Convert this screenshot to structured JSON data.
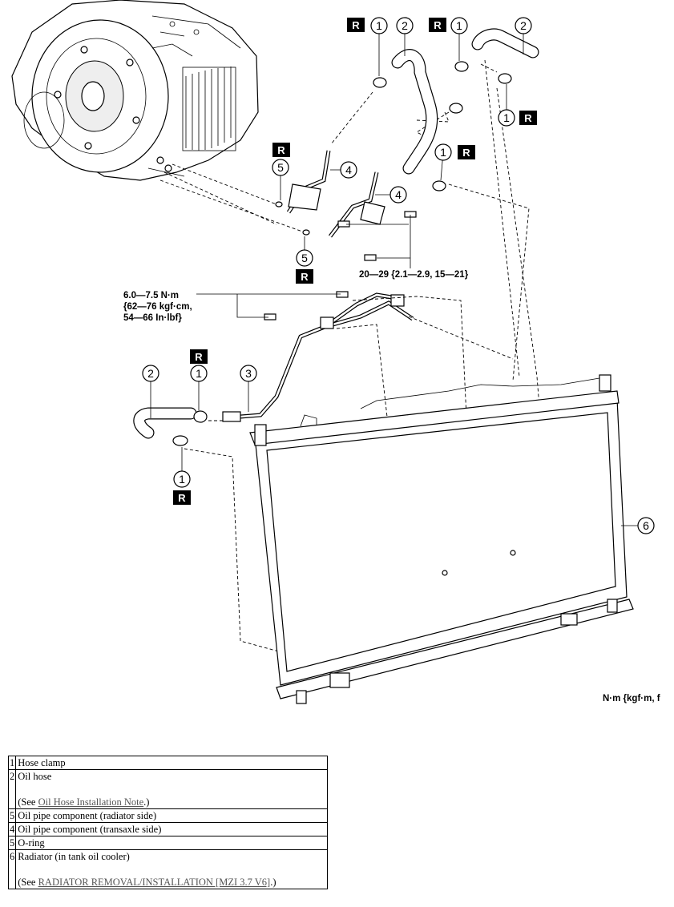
{
  "diagram": {
    "callouts": {
      "c1a": "1",
      "c2a": "2",
      "c1b": "1",
      "c2b": "2",
      "c1c": "1",
      "c1d": "1",
      "c4a": "4",
      "c5a": "5",
      "c4b": "4",
      "c5b": "5",
      "c2c": "2",
      "c1e": "1",
      "c3": "3",
      "c1f": "1",
      "c6": "6"
    },
    "replace_mark": "R",
    "torque_pipe": "20—29 {2.1—2.9, 15—21}",
    "torque_radiator_line1": "6.0—7.5 N·m",
    "torque_radiator_line2": "{62—76 kgf·cm,",
    "torque_radiator_line3": "54—66 In·lbf}",
    "unit_legend": "N·m {kgf·m, f"
  },
  "parts": [
    {
      "num": "1",
      "name": "Hose clamp"
    },
    {
      "num": "2",
      "name": "Oil hose",
      "note_prefix": "(See ",
      "note_link": "Oil Hose Installation Note",
      "note_suffix": ".)"
    },
    {
      "num": "5",
      "name": "Oil pipe component (radiator side)"
    },
    {
      "num": "4",
      "name": "Oil pipe component (transaxle side)"
    },
    {
      "num": "5",
      "name": "O-ring"
    },
    {
      "num": "6",
      "name": "Radiator (in tank oil cooler)",
      "note_prefix": "(See ",
      "note_link": "RADIATOR REMOVAL/INSTALLATION [MZI 3.7 V6]",
      "note_suffix": ".)"
    }
  ]
}
